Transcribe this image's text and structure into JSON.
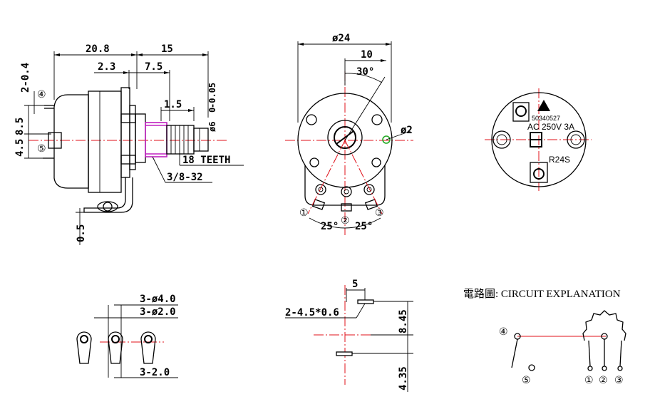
{
  "side_view": {
    "dim_body_length": "20.8",
    "dim_shaft_length": "15",
    "dim_bushing": "2.3",
    "dim_bushing_to_knurl": "7.5",
    "dim_knurl": "1.5",
    "dim_tolerance_top": "0",
    "dim_tolerance_bottom": "-0.05",
    "dim_shaft_dia": "ø6",
    "dim_top_tab": "2-0.4",
    "dim_upper": "8.5",
    "dim_lower": "4.5",
    "dim_terminal": "0.5",
    "note_teeth": "18 TEETH",
    "note_thread": "3/8-32",
    "pin_4": "④",
    "pin_5": "⑤"
  },
  "front_view": {
    "dim_diameter": "ø24",
    "dim_offset": "10",
    "dim_angle": "30°",
    "dim_hole": "ø2",
    "dim_angle_left": "25°",
    "dim_angle_right": "25°",
    "pin_1": "①",
    "pin_2": "②",
    "pin_3": "③"
  },
  "back_view": {
    "part_code": "50340527",
    "rating": "AC 250V 3A",
    "model": "R24S"
  },
  "terminal_view": {
    "dim_holes_outer": "3-ø4.0",
    "dim_holes_inner": "3-ø2.0",
    "dim_pitch": "3-2.0"
  },
  "slot_view": {
    "dim_slot_width": "5",
    "dim_slot_size": "2-4.5*0.6",
    "dim_upper": "8.45",
    "dim_lower": "4.35"
  },
  "circuit": {
    "caption": "電路圖: CIRCUIT EXPLANATION",
    "pin_1": "①",
    "pin_2": "②",
    "pin_3": "③",
    "pin_4": "④",
    "pin_5": "⑤"
  },
  "colors": {
    "centerline": "#e0101a",
    "shaft": "#c020c0",
    "hole_marker": "#22aa22",
    "ink": "#000000"
  }
}
